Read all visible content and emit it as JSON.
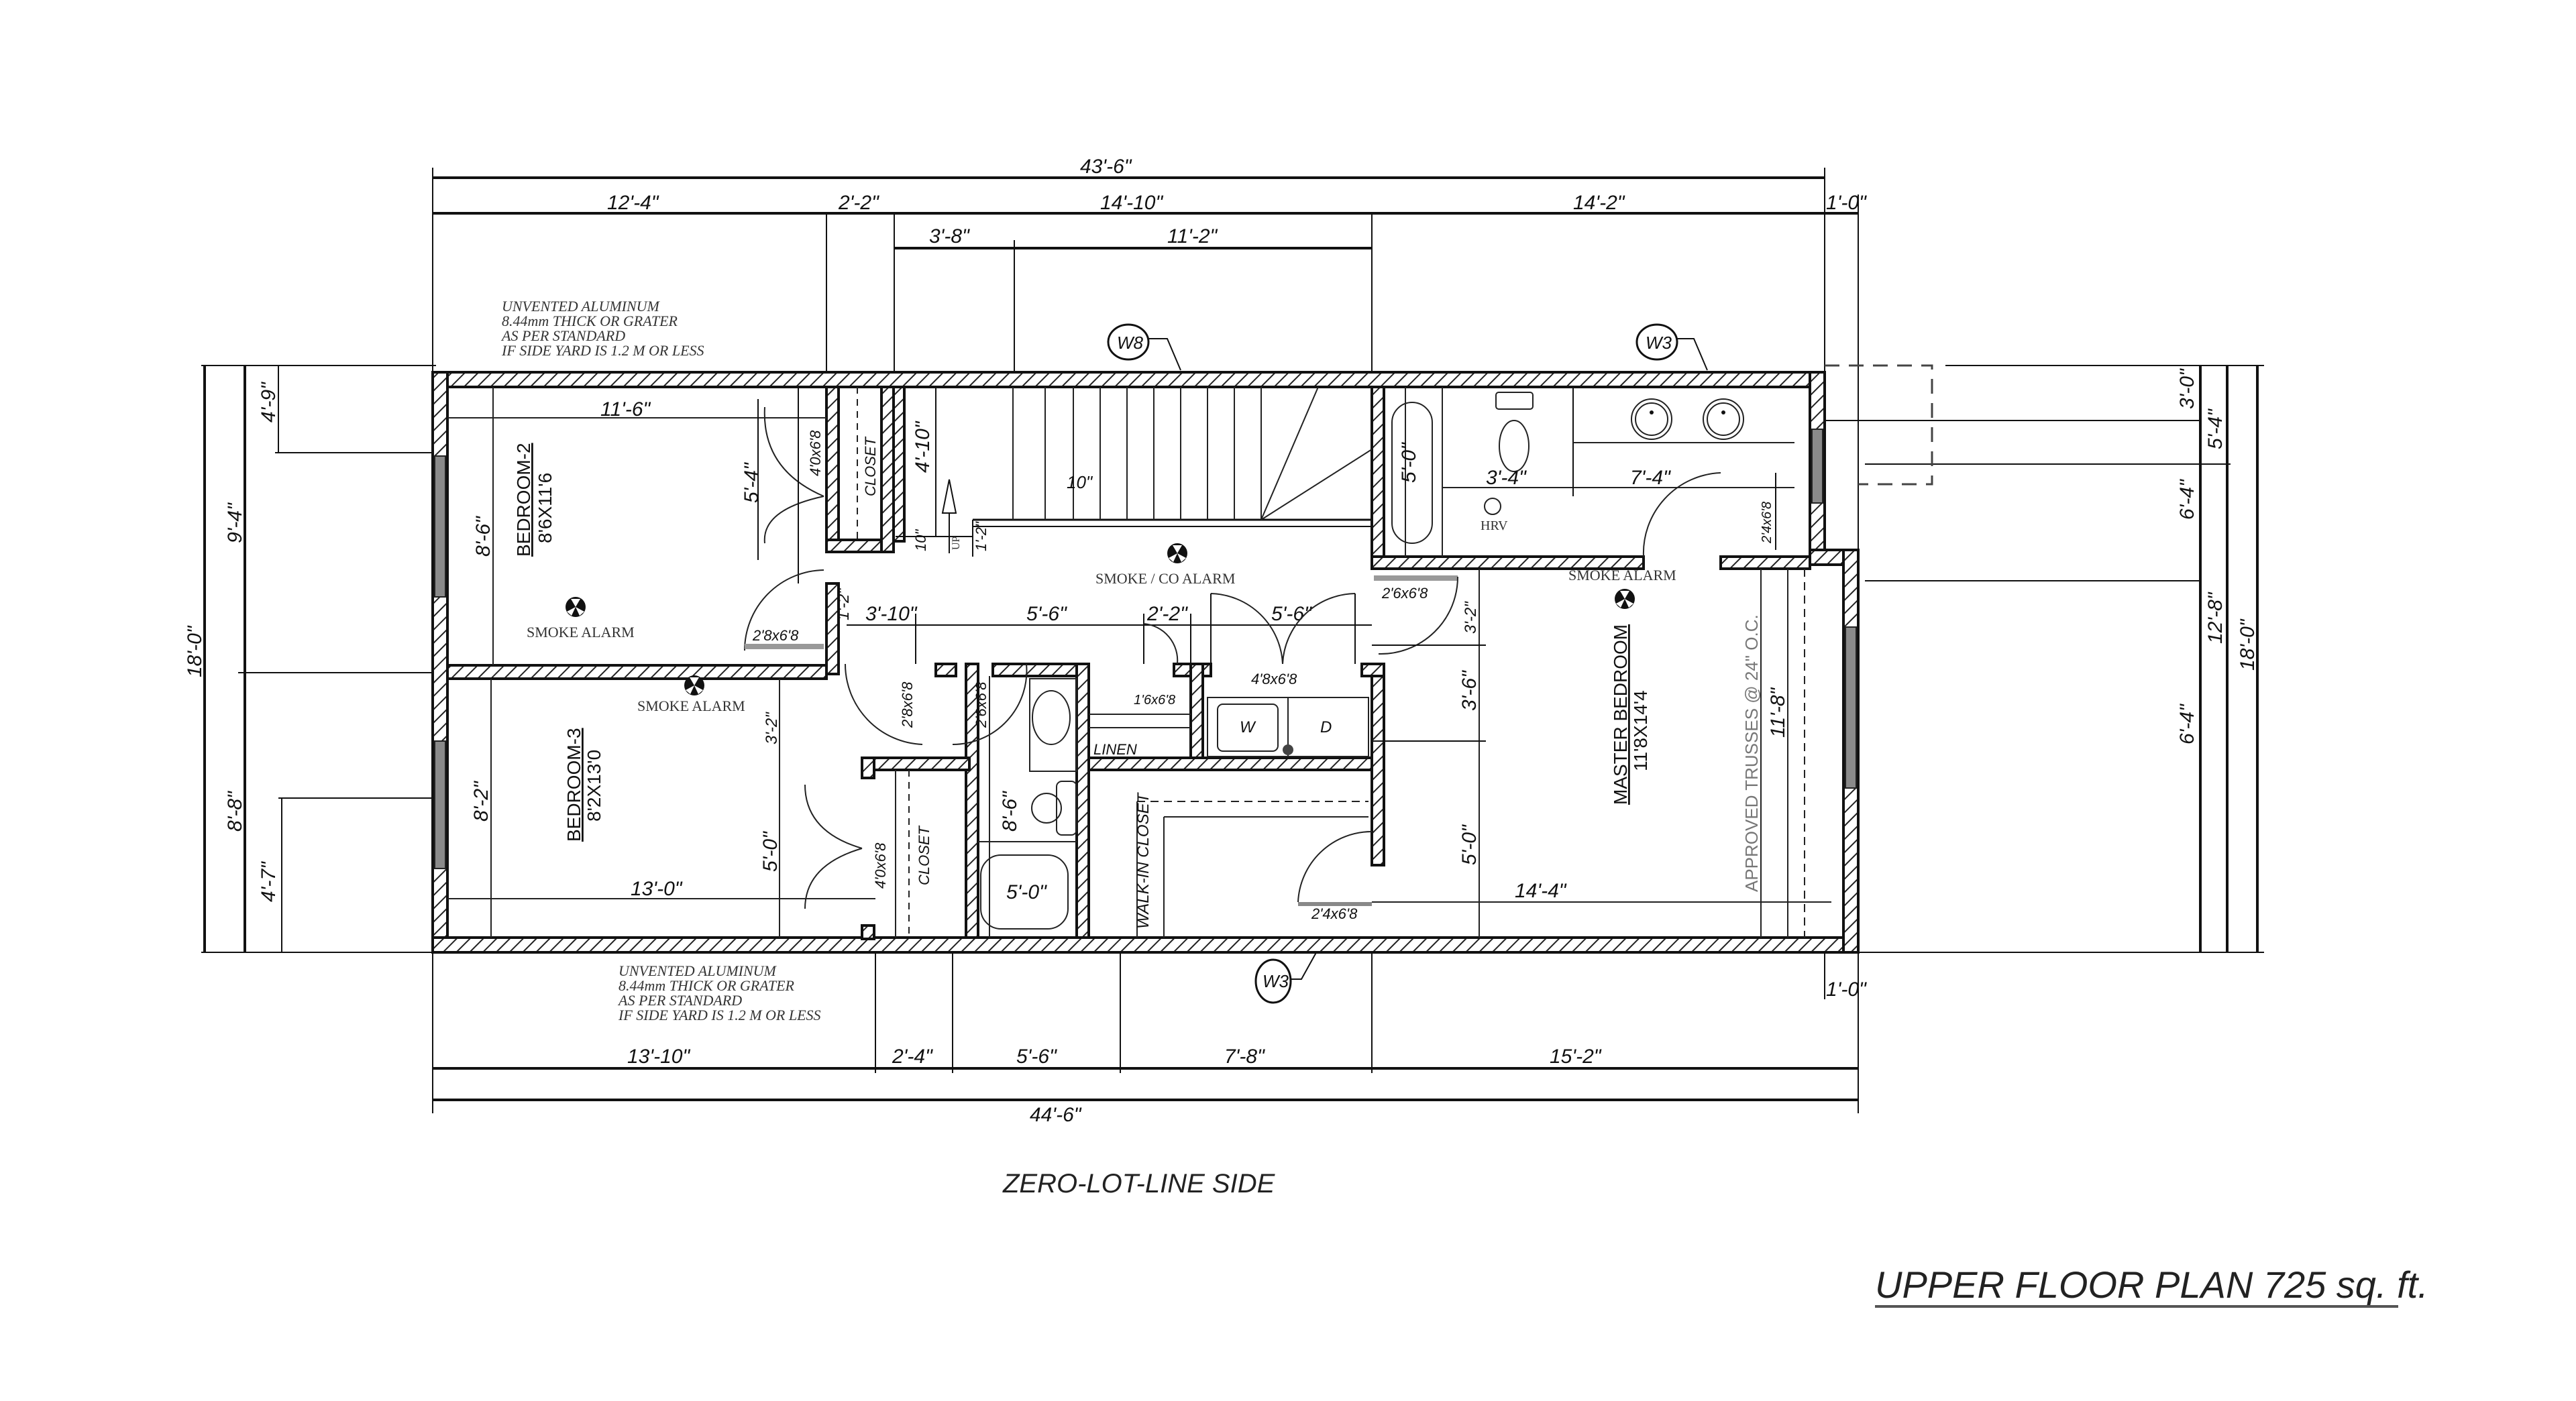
{
  "plan": {
    "title": "UPPER  FLOOR PLAN 725 sq. ft.",
    "zero_lot_line": "ZERO-LOT-LINE SIDE",
    "truss_note": "APPROVED TRUSSES @ 24\" O.C."
  },
  "notes": {
    "top": [
      "UNVENTED ALUMINUM",
      "8.44mm THICK OR GRATER",
      "AS PER STANDARD",
      "IF SIDE YARD IS 1.2 M OR LESS"
    ],
    "bottom": [
      "UNVENTED ALUMINUM",
      "8.44mm THICK OR GRATER",
      "AS PER STANDARD",
      "IF SIDE YARD IS 1.2 M OR LESS"
    ]
  },
  "window_tags": {
    "top_stair": "W8",
    "top_ensuite": "W3",
    "bottom": "W3"
  },
  "dimensions": {
    "top_overall": "43'-6\"",
    "top_row": [
      "12'-4\"",
      "2'-2\"",
      "14'-10\"",
      "14'-2\"",
      "1'-0\""
    ],
    "top_stair": [
      "3'-8\"",
      "11'-2\""
    ],
    "bottom_row": [
      "13'-10\"",
      "2'-4\"",
      "5'-6\"",
      "7'-8\"",
      "15'-2\""
    ],
    "bottom_overall": "44'-6\"",
    "bottom_right_offset": "1'-0\"",
    "left_overall": "18'-0\"",
    "left_mid": [
      "9'-4\"",
      "8'-8\""
    ],
    "left_inner": [
      "4'-9\"",
      "4'-7\""
    ],
    "right_overall": "18'-0\"",
    "right_mid": [
      "5'-4\"",
      "12'-8\""
    ],
    "right_inner": [
      "3'-0\"",
      "6'-4\"",
      "6'-4\""
    ]
  },
  "rooms": {
    "bedroom2": {
      "name": "BEDROOM-2",
      "size": "8'6X11'6",
      "width": "11'-6\"",
      "depth": "8'-6\"",
      "closet_span": "5'-4\"",
      "closet_door": "4'0x6'8",
      "door": "2'8x6'8",
      "alarm": "SMOKE ALARM"
    },
    "closet_label": "CLOSET",
    "stairs": {
      "run": "4'-10\"",
      "tread": "10\"",
      "landing": "10\"",
      "landing2": "1'-2\"",
      "up": "UP",
      "alarm": "SMOKE / CO ALARM"
    },
    "hall": {
      "seg1": "3'-10\"",
      "seg2": "5'-6\"",
      "seg3": "2'-2\"",
      "seg4": "5'-6\"",
      "small": "1'-2\"",
      "bed3_side": "3'-2\""
    },
    "bedroom3": {
      "name": "BEDROOM-3",
      "size": "8'2X13'0",
      "width": "13'-0\"",
      "depth": "8'-2\"",
      "closet_span": "5'-0\"",
      "closet_door": "4'0x6'8",
      "alarm": "SMOKE ALARM"
    },
    "hall_bath": {
      "door_a": "2'8x6'8",
      "door_b": "2'6x6'8",
      "length": "8'-6\"",
      "tub": "5'-0\""
    },
    "linen": {
      "label": "LINEN",
      "door": "1'6x6'8"
    },
    "laundry": {
      "door": "4'8x6'8",
      "washer": "W",
      "dryer": "D"
    },
    "walk_in": {
      "label": "WALK-IN CLOSET",
      "door": "2'4x6'8"
    },
    "ensuite": {
      "tub": "5'-0\"",
      "wc": "3'-4\"",
      "vanity": "7'-4\"",
      "door": "2'4x6'8",
      "hrv": "HRV",
      "master_door": "2'6x6'8"
    },
    "master": {
      "name": "MASTER BEDROOM",
      "size": "11'8X14'4",
      "width": "14'-4\"",
      "depth": "11'-8\"",
      "seg_a": "3'-2\"",
      "seg_b": "3'-6\"",
      "seg_c": "5'-0\"",
      "alarm": "SMOKE ALARM"
    }
  }
}
